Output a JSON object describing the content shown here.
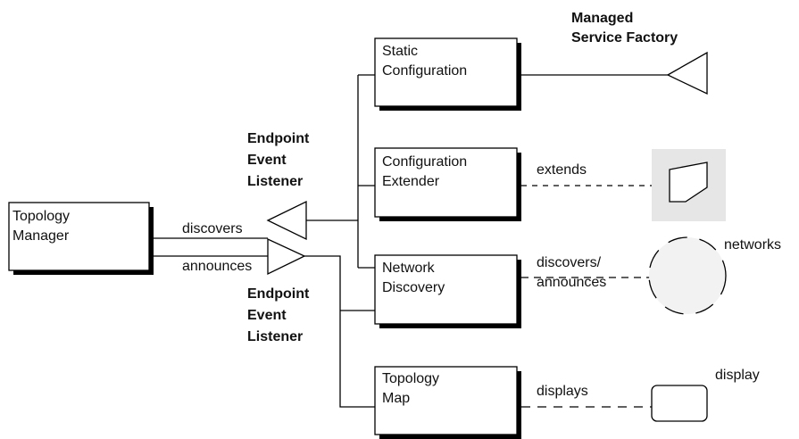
{
  "boxes": {
    "topology_manager": [
      "Topology",
      "Manager"
    ],
    "static_configuration": [
      "Static",
      "Configuration"
    ],
    "configuration_extender": [
      "Configuration",
      "Extender"
    ],
    "network_discovery": [
      "Network",
      "Discovery"
    ],
    "topology_map": [
      "Topology",
      "Map"
    ]
  },
  "labels": {
    "managed_service_factory": [
      "Managed",
      "Service Factory"
    ],
    "endpoint_event_listener_top": [
      "Endpoint",
      "Event",
      "Listener"
    ],
    "endpoint_event_listener_bottom": [
      "Endpoint",
      "Event",
      "Listener"
    ],
    "discovers": "discovers",
    "announces": "announces",
    "extends": "extends",
    "discovers_announces": [
      "discovers/",
      "announces"
    ],
    "networks": "networks",
    "displays": "displays",
    "display": "display"
  },
  "colors": {
    "line": "#000000",
    "shadow": "#000000",
    "grey_fill": "#e6e6e6"
  }
}
